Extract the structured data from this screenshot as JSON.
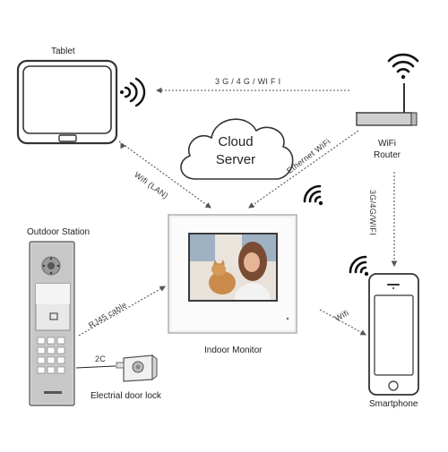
{
  "devices": {
    "tablet": "Tablet",
    "router": "WiFi Router",
    "outdoor_station": "Outdoor Station",
    "indoor_monitor": "Indoor Monitor",
    "smartphone": "Smartphone",
    "door_lock": "Electrial door lock"
  },
  "cloud": {
    "line1": "Cloud",
    "line2": "Server"
  },
  "connections": {
    "tablet_router": "3 G / 4 G / WI F I",
    "tablet_monitor": "Wifi (LAN)",
    "router_monitor": "Ethernet WiFi",
    "router_phone": "3G/4G/WIFI",
    "outdoor_monitor": "RJ45 cable",
    "monitor_phone": "Wifi",
    "lock_wire": "2C"
  },
  "colors": {
    "line": "#555555",
    "device_stroke": "#333333",
    "screen": "#f4f4f4"
  }
}
